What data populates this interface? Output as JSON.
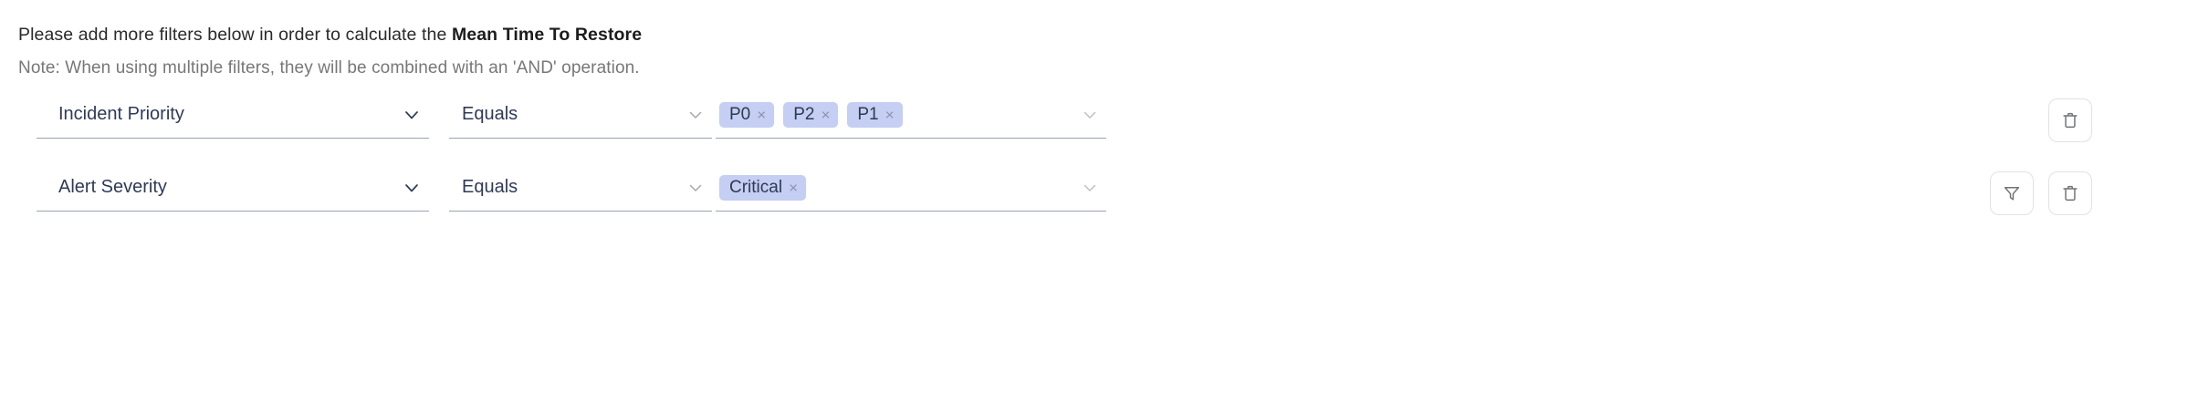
{
  "header": {
    "intro_prefix": "Please add more filters below in order to calculate the ",
    "intro_metric": "Mean Time To Restore",
    "note": "Note: When using multiple filters, they will be combined with an 'AND' operation."
  },
  "colors": {
    "text_primary": "#2a2a2a",
    "text_note": "#777777",
    "field_text": "#2e3a59",
    "field_underline": "#9aa3b2",
    "tag_background": "#c5cef3",
    "tag_text": "#2f3a52",
    "tag_remove": "#8b93ac",
    "button_border": "#e2e2e4",
    "icon_stroke": "#6f7276"
  },
  "filters": [
    {
      "attribute": {
        "value": "Incident Priority",
        "chevron": "chevron-down-icon",
        "chevron_color": "#2e3a59"
      },
      "operator": {
        "value": "Equals",
        "chevron": "chevron-down-icon",
        "chevron_color": "#a9a9ad"
      },
      "values": {
        "tags": [
          {
            "label": "P0",
            "remove": "×"
          },
          {
            "label": "P2",
            "remove": "×"
          },
          {
            "label": "P1",
            "remove": "×"
          }
        ],
        "chevron": "chevron-down-icon",
        "chevron_color": "#c0c0c4"
      },
      "actions": [
        {
          "name": "delete-filter-button",
          "icon": "trash-icon",
          "label": "Delete filter"
        }
      ]
    },
    {
      "attribute": {
        "value": "Alert Severity",
        "chevron": "chevron-down-icon",
        "chevron_color": "#2e3a59"
      },
      "operator": {
        "value": "Equals",
        "chevron": "chevron-down-icon",
        "chevron_color": "#a9a9ad"
      },
      "values": {
        "tags": [
          {
            "label": "Critical",
            "remove": "×"
          }
        ],
        "chevron": "chevron-down-icon",
        "chevron_color": "#c0c0c4"
      },
      "actions": [
        {
          "name": "add-filter-button",
          "icon": "funnel-icon",
          "label": "Add filter"
        },
        {
          "name": "delete-filter-button",
          "icon": "trash-icon",
          "label": "Delete filter"
        }
      ]
    }
  ]
}
